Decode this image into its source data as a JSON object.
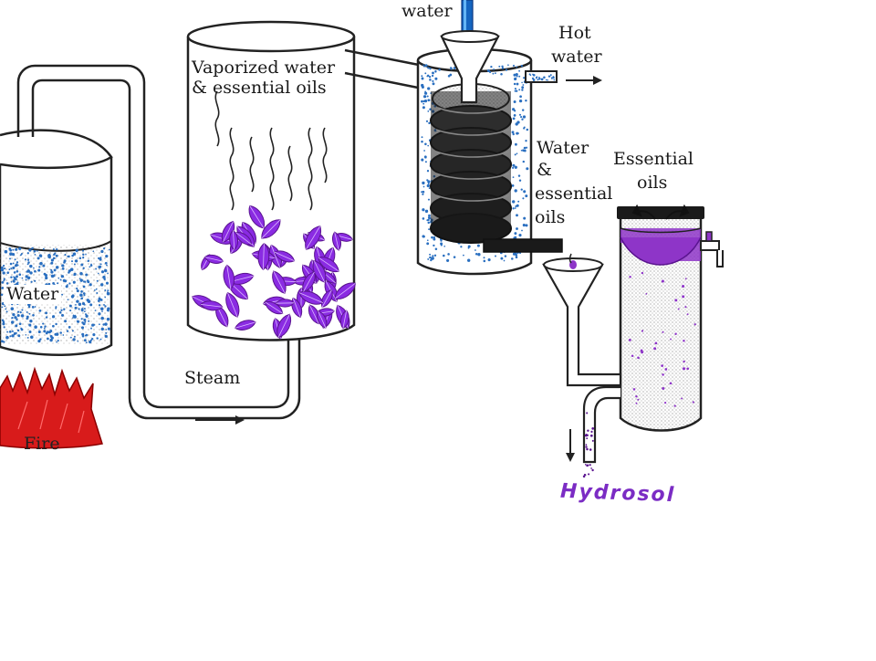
{
  "labels": {
    "water_in": "water",
    "hot_water": [
      "Hot",
      "water"
    ],
    "vaporized": [
      "Vaporized water",
      "& essential oils"
    ],
    "water_tank": "Water",
    "steam": "Steam",
    "fire": "Fire",
    "water_oils": [
      "Water",
      "&",
      "essential",
      "oils"
    ],
    "essential_oils": [
      "Essential",
      "oils"
    ],
    "hydrosol": "Hydrosol"
  },
  "colors": {
    "line": "#222222",
    "water_dots": "#2a6fc0",
    "water_pipe": "#1565c0",
    "leaves": "#8a2be2",
    "leaf_dark": "#5a148f",
    "fire_red": "#d81b1b",
    "oil_purple": "#8e35c8",
    "hydrosol": "#7b2cc4"
  }
}
